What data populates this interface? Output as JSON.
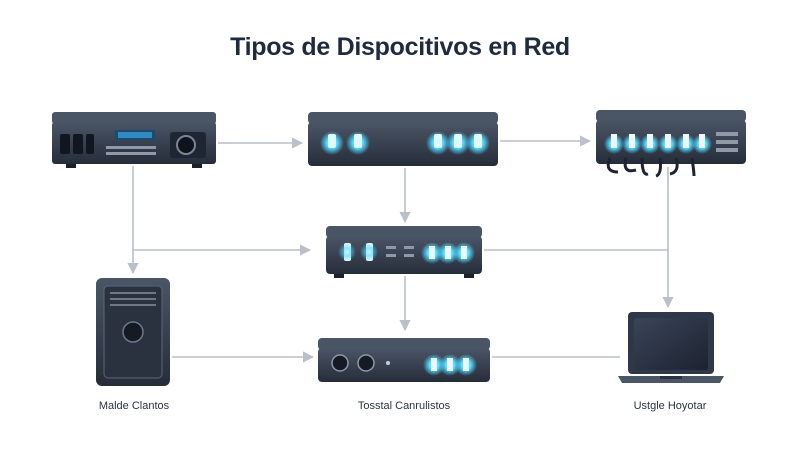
{
  "diagram": {
    "title": "Tipos de Dispocitivos en Red",
    "nodes": [
      {
        "id": "amplifier-unit",
        "icon": "rack-receiver-icon"
      },
      {
        "id": "network-hub-top",
        "icon": "network-hub-icon"
      },
      {
        "id": "patch-panel",
        "icon": "patch-panel-icon"
      },
      {
        "id": "network-switch-middle",
        "icon": "network-switch-icon"
      },
      {
        "id": "tower-pc",
        "icon": "tower-pc-icon"
      },
      {
        "id": "network-device-bottom",
        "icon": "network-device-icon"
      },
      {
        "id": "laptop",
        "icon": "laptop-icon"
      }
    ],
    "captions": {
      "left": "Malde Clantos",
      "center": "Tosstal Canrulistos",
      "right": "Ustgle Hoyotar"
    },
    "colors": {
      "title": "#1d2a3f",
      "device_body": "#2f3848",
      "device_face": "#1f2633",
      "led_glow": "#4fd6ff",
      "connector": "#b9c0c9"
    }
  }
}
